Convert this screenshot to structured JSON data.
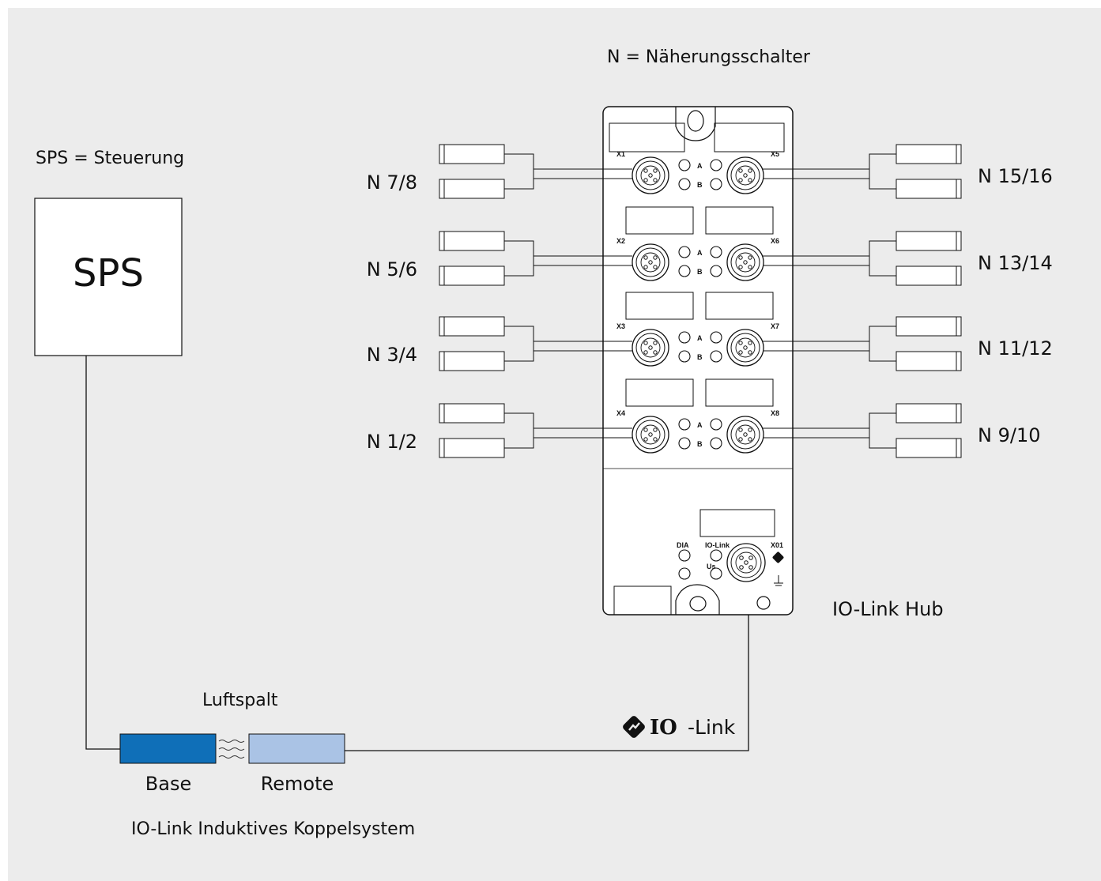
{
  "diagram": {
    "title_note": "N = Näherungsschalter",
    "sps_note": "SPS = Steuerung",
    "sps_box_label": "SPS",
    "hub_label": "IO-Link Hub",
    "air_gap_label": "Luftspalt",
    "base_label": "Base",
    "remote_label": "Remote",
    "system_label": "IO-Link Induktives Koppelsystem",
    "iolink_logo_bold": "IO",
    "iolink_logo_rest": "-Link",
    "left_sensor_labels": [
      "N 7/8",
      "N 5/6",
      "N 3/4",
      "N 1/2"
    ],
    "right_sensor_labels": [
      "N 15/16",
      "N 13/14",
      "N 11/12",
      "N 9/10"
    ],
    "left_ports": [
      "X1",
      "X2",
      "X3",
      "X4"
    ],
    "right_ports": [
      "X5",
      "X6",
      "X7",
      "X8"
    ],
    "led_a": "A",
    "led_b": "B",
    "status_dia": "DIA",
    "status_iolink": "IO-Link",
    "status_us": "Us",
    "master_port": "X01",
    "colors": {
      "background": "#ececec",
      "base": "#0f6fb8",
      "remote": "#aac3e5",
      "line": "#111111"
    }
  }
}
